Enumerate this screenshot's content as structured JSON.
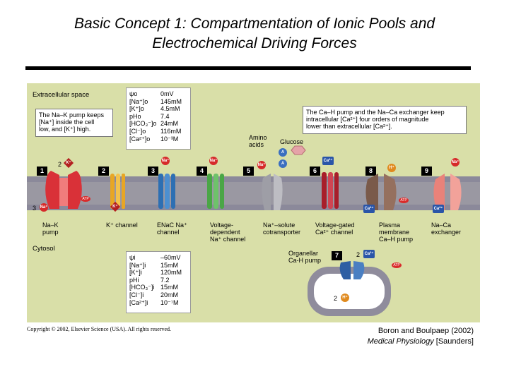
{
  "title": {
    "line1": "Basic Concept 1: Compartmentation of Ionic Pools and",
    "line2": "Electrochemical Driving Forces"
  },
  "figure": {
    "region_extracellular": "Extracellular space",
    "region_cytosol": "Cytosol",
    "callout_left": "The Na–K pump keeps\n[Na⁺] inside the cell\nlow, and [K⁺] high.",
    "callout_right": "The Ca–H pump and the Na–Ca exchanger keep\nintracellular [Ca²⁺] four orders of magnitude\nlower than extracellular [Ca²⁺].",
    "outside_values": [
      {
        "key": "ψo",
        "val": "0mV"
      },
      {
        "key": "[Na⁺]o",
        "val": "145mM"
      },
      {
        "key": "[K⁺]o",
        "val": "4.5mM"
      },
      {
        "key": "pHo",
        "val": "7.4"
      },
      {
        "key": "[HCO₃⁻]o",
        "val": "24mM"
      },
      {
        "key": "[Cl⁻]o",
        "val": "116mM"
      },
      {
        "key": "[Ca²⁺]o",
        "val": "10⁻³M"
      }
    ],
    "inside_values": [
      {
        "key": "ψi",
        "val": "–60mV"
      },
      {
        "key": "[Na⁺]i",
        "val": "15mM"
      },
      {
        "key": "[K⁺]i",
        "val": "120mM"
      },
      {
        "key": "pHi",
        "val": "7.2"
      },
      {
        "key": "[HCO₃⁻]i",
        "val": "15mM"
      },
      {
        "key": "[Cl⁻]i",
        "val": "20mM"
      },
      {
        "key": "[Ca²⁺]i",
        "val": "10⁻⁷M"
      }
    ],
    "amino_acids": "Amino\nacids",
    "glucose": "Glucose",
    "numbers": [
      "1",
      "2",
      "3",
      "4",
      "5",
      "6",
      "7",
      "8",
      "9"
    ],
    "pump_labels": {
      "na_k_pump": "Na–K\npump",
      "k_channel": "K⁺ channel",
      "enac": "ENaC Na⁺\nchannel",
      "vdna": "Voltage-\ndependent\nNa⁺ channel",
      "na_solute": "Na⁺–solute\ncotransporter",
      "vgca": "Voltage-gated\nCa²⁺ channel",
      "pmca": "Plasma\nmembrane\nCa–H pump",
      "ncx": "Na–Ca\nexchanger",
      "organellar": "Organellar\nCa-H pump"
    },
    "ions": {
      "na": "Na⁺",
      "k": "K⁺",
      "ca": "Ca²⁺",
      "h": "H⁺",
      "atp": "ATP"
    },
    "stoich_2": "2",
    "stoich_3": "3"
  },
  "copyright": "Copyright © 2002, Elsevier Science (USA). All rights reserved.",
  "credit": {
    "line1": "Boron and Boulpaep (2002)",
    "book": "Medical Physiology",
    "publisher": " [Saunders]"
  },
  "colors": {
    "background": "#d9dfa8",
    "membrane": "#9a98a2"
  }
}
